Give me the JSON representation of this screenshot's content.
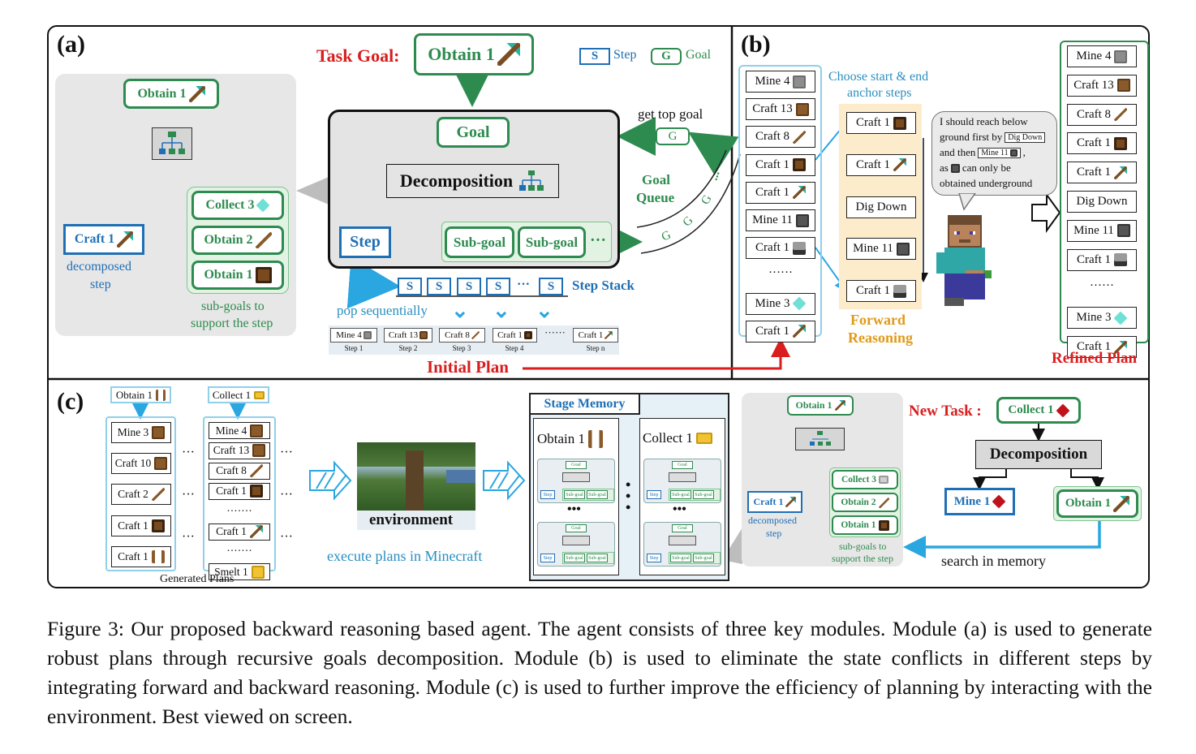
{
  "panel_a": {
    "label": "(a)",
    "task_goal_label": "Task Goal:",
    "task_goal_box": "Obtain 1",
    "legend_step_sym": "S",
    "legend_step_text": "Step",
    "legend_goal_sym": "G",
    "legend_goal_text": "Goal",
    "tree_root": "Obtain 1",
    "tree_step": "Craft 1",
    "tree_step_caption_1": "decomposed",
    "tree_step_caption_2": "step",
    "tree_subgoals": [
      "Collect 3",
      "Obtain 2",
      "Obtain 1"
    ],
    "tree_subgoal_caption_1": "sub-goals to",
    "tree_subgoal_caption_2": "support the step",
    "goal_box": "Goal",
    "decomposition_box": "Decomposition",
    "step_box": "Step",
    "subgoal_boxes": [
      "Sub-goal",
      "Sub-goal"
    ],
    "subgoal_ellipsis": "···",
    "get_top_goal": "get top goal",
    "top_goal_sym": "G",
    "queue_label_1": "Goal",
    "queue_label_2": "Queue",
    "queue_items": [
      "G",
      "G",
      "G",
      "..."
    ],
    "step_stack_items": [
      "S",
      "S",
      "S",
      "S",
      "···",
      "S"
    ],
    "step_stack_label": "Step Stack",
    "pop_label": "pop sequentially",
    "mini_plan": [
      {
        "label": "Mine 4",
        "icon": "stone",
        "caption": "Step 1"
      },
      {
        "label": "Craft 13",
        "icon": "wood",
        "caption": "Step 2"
      },
      {
        "label": "Craft 8",
        "icon": "stick",
        "caption": "Step 3"
      },
      {
        "label": "Craft 1",
        "icon": "table",
        "caption": "Step 4"
      },
      {
        "label": "Craft 1",
        "icon": "pick",
        "caption": "Step n"
      }
    ],
    "mini_ellipsis": "······",
    "initial_plan_label": "Initial Plan"
  },
  "panel_b": {
    "label": "(b)",
    "left_plan": [
      {
        "label": "Mine 4",
        "icon": "stone"
      },
      {
        "label": "Craft 13",
        "icon": "wood"
      },
      {
        "label": "Craft 8",
        "icon": "stick"
      },
      {
        "label": "Craft 1",
        "icon": "table"
      },
      {
        "label": "Craft 1",
        "icon": "pick"
      },
      {
        "label": "Mine 11",
        "icon": "coal"
      },
      {
        "label": "Craft 1",
        "icon": "furn"
      },
      {
        "label": "······",
        "icon": ""
      },
      {
        "label": "Mine 3",
        "icon": "dia"
      },
      {
        "label": "Craft 1",
        "icon": "pick"
      }
    ],
    "anchor_caption_1": "Choose start & end",
    "anchor_caption_2": "anchor steps",
    "forward_steps": [
      {
        "label": "Craft 1",
        "icon": "table"
      },
      {
        "label": "Craft 1",
        "icon": "pick"
      },
      {
        "label": "Dig Down",
        "icon": ""
      },
      {
        "label": "Mine 11",
        "icon": "coal"
      },
      {
        "label": "Craft 1",
        "icon": "furn"
      }
    ],
    "forward_label_1": "Forward",
    "forward_label_2": "Reasoning",
    "speech_1": "I should reach below",
    "speech_2a": "ground first by",
    "speech_2b": "Dig Down",
    "speech_3a": "and then",
    "speech_3b": "Mine 11",
    "speech_3c": ",",
    "speech_4a": "as",
    "speech_4b": "can only be",
    "speech_5": "obtained underground",
    "refined_plan": [
      {
        "label": "Mine 4",
        "icon": "stone"
      },
      {
        "label": "Craft 13",
        "icon": "wood"
      },
      {
        "label": "Craft 8",
        "icon": "stick"
      },
      {
        "label": "Craft 1",
        "icon": "table"
      },
      {
        "label": "Craft 1",
        "icon": "pick"
      },
      {
        "label": "Dig Down",
        "icon": ""
      },
      {
        "label": "Mine 11",
        "icon": "coal"
      },
      {
        "label": "Craft 1",
        "icon": "furn"
      },
      {
        "label": "······",
        "icon": ""
      },
      {
        "label": "Mine 3",
        "icon": "dia"
      },
      {
        "label": "Craft 1",
        "icon": "pick"
      }
    ],
    "refined_plan_label": "Refined Plan"
  },
  "panel_c": {
    "label": "(c)",
    "plan1_goal": "Obtain 1",
    "plan1": [
      {
        "label": "Mine 3",
        "icon": "wood"
      },
      {
        "label": "Craft 10",
        "icon": "wood"
      },
      {
        "label": "Craft 2",
        "icon": "stick"
      },
      {
        "label": "Craft 1",
        "icon": "table"
      },
      {
        "label": "Craft 1",
        "icon": "fence"
      }
    ],
    "plan2_goal": "Collect 1",
    "plan2": [
      {
        "label": "Mine 4",
        "icon": "wood"
      },
      {
        "label": "Craft 13",
        "icon": "wood"
      },
      {
        "label": "Craft 8",
        "icon": "stick"
      },
      {
        "label": "Craft 1",
        "icon": "table"
      },
      {
        "label": "·······",
        "icon": ""
      },
      {
        "label": "Craft 1",
        "icon": "pick"
      },
      {
        "label": "·······",
        "icon": ""
      },
      {
        "label": "Smelt 1",
        "icon": "gold"
      }
    ],
    "dots": "···",
    "generated_plans": "Generated Plans",
    "environment": "environment",
    "execute_label": "execute plans in Minecraft",
    "stage_memory": "Stage Memory",
    "memory_col1": "Obtain 1",
    "memory_col2": "Collect 1",
    "mem_goal": "Goal",
    "mem_step": "Step",
    "mem_sub": "Sub-goal",
    "mem_dots": "•••",
    "tree_root": "Obtain 1",
    "tree_step": "Craft 1",
    "tree_step_caption_1": "decomposed",
    "tree_step_caption_2": "step",
    "tree_subgoals": [
      "Collect 3",
      "Obtain 2",
      "Obtain 1"
    ],
    "tree_subgoal_caption_1": "sub-goals to",
    "tree_subgoal_caption_2": "support the step",
    "new_task_label": "New Task :",
    "new_task_box": "Collect 1",
    "decomposition_box": "Decomposition",
    "mine_box": "Mine 1",
    "obtain_box": "Obtain 1",
    "search_label": "search in memory"
  },
  "caption": "Figure 3: Our proposed backward reasoning based agent. The agent consists of three key modules. Module (a) is used to generate robust plans through recursive goals decomposition. Module (b) is used to eliminate the state conflicts in different steps by integrating forward and backward reasoning. Module (c) is used to further improve the efficiency of planning by interacting with the environment. Best viewed on screen."
}
